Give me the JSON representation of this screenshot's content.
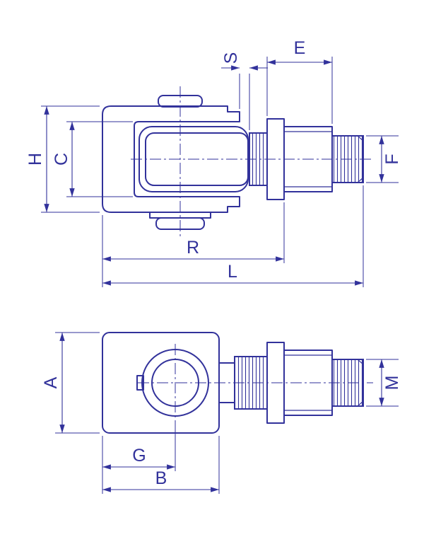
{
  "drawing": {
    "labels": {
      "H": "H",
      "C": "C",
      "S": "S",
      "E": "E",
      "F": "F",
      "R": "R",
      "L": "L",
      "A": "A",
      "M": "M",
      "G": "G",
      "B": "B"
    },
    "colors": {
      "line": "#32329B",
      "background": "#FFFFFF"
    }
  }
}
